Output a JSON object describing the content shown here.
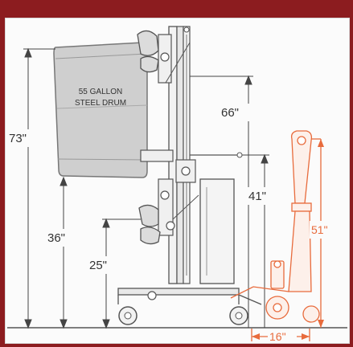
{
  "drum": {
    "label_line1": "55 GALLON",
    "label_line2": "STEEL DRUM"
  },
  "dimensions": {
    "overall_height": "73\"",
    "drum_bottom_height": "36\"",
    "lower_clamp_height": "25\"",
    "upper_clamp_height": "66\"",
    "middle_arm_height": "41\"",
    "handtruck_height": "51\"",
    "handtruck_width": "16\""
  },
  "colors": {
    "frame": "#8c1c1f",
    "line": "#444444",
    "accent": "#e86b3c",
    "drum_fill": "#cfcfcf"
  }
}
